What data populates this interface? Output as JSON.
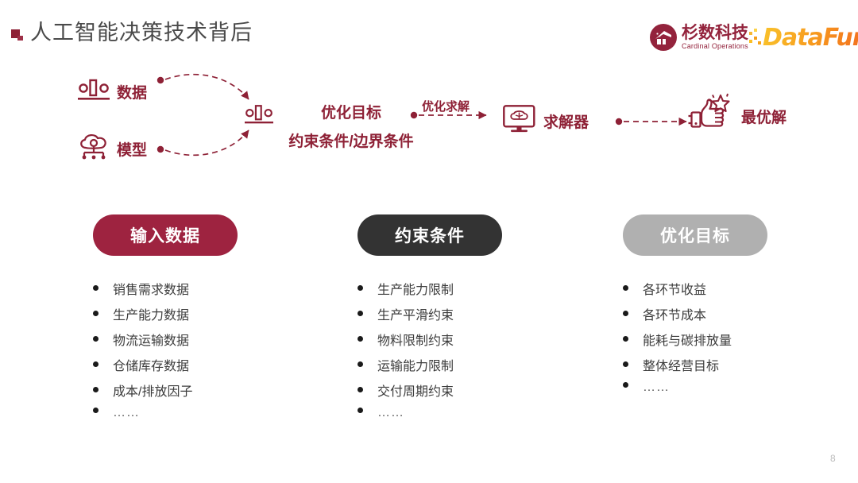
{
  "slide": {
    "title": "人工智能决策技术背后",
    "page_number": "8",
    "accent_color": "#8e2136",
    "pill_colors": {
      "input": "#9e2340",
      "constraint": "#333333",
      "objective": "#b0b0b0"
    }
  },
  "logos": {
    "cardinal": {
      "cn": "杉数科技",
      "en": "Cardinal Operations",
      "color": "#93233c",
      "mark_icon": "cardinal-tree-icon"
    },
    "datafun": {
      "wordmark": "DataFun.",
      "color": "#f79a1e",
      "mark_icon": "datafun-dots-icon"
    }
  },
  "flow": {
    "nodes": [
      {
        "icon": "bar-chart-icon",
        "label": "数据"
      },
      {
        "icon": "cloud-network-icon",
        "label": "模型"
      },
      {
        "icon": "bar-chart-icon",
        "label": ""
      },
      {
        "icon": "monitor-brain-icon",
        "label": "求解器"
      },
      {
        "icon": "thumbs-up-star-icon",
        "label": "最优解"
      }
    ],
    "model_text": {
      "line1": "优化目标",
      "line2": "约束条件/边界条件"
    },
    "arrow_caption": "优化求解"
  },
  "columns": [
    {
      "pill_label": "输入数据",
      "items": [
        "销售需求数据",
        "生产能力数据",
        "物流运输数据",
        "仓储库存数据",
        "成本/排放因子",
        "……"
      ]
    },
    {
      "pill_label": "约束条件",
      "items": [
        "生产能力限制",
        "生产平滑约束",
        "物料限制约束",
        "运输能力限制",
        "交付周期约束",
        "……"
      ]
    },
    {
      "pill_label": "优化目标",
      "items": [
        "各环节收益",
        "各环节成本",
        "能耗与碳排放量",
        "整体经营目标",
        "……"
      ]
    }
  ]
}
